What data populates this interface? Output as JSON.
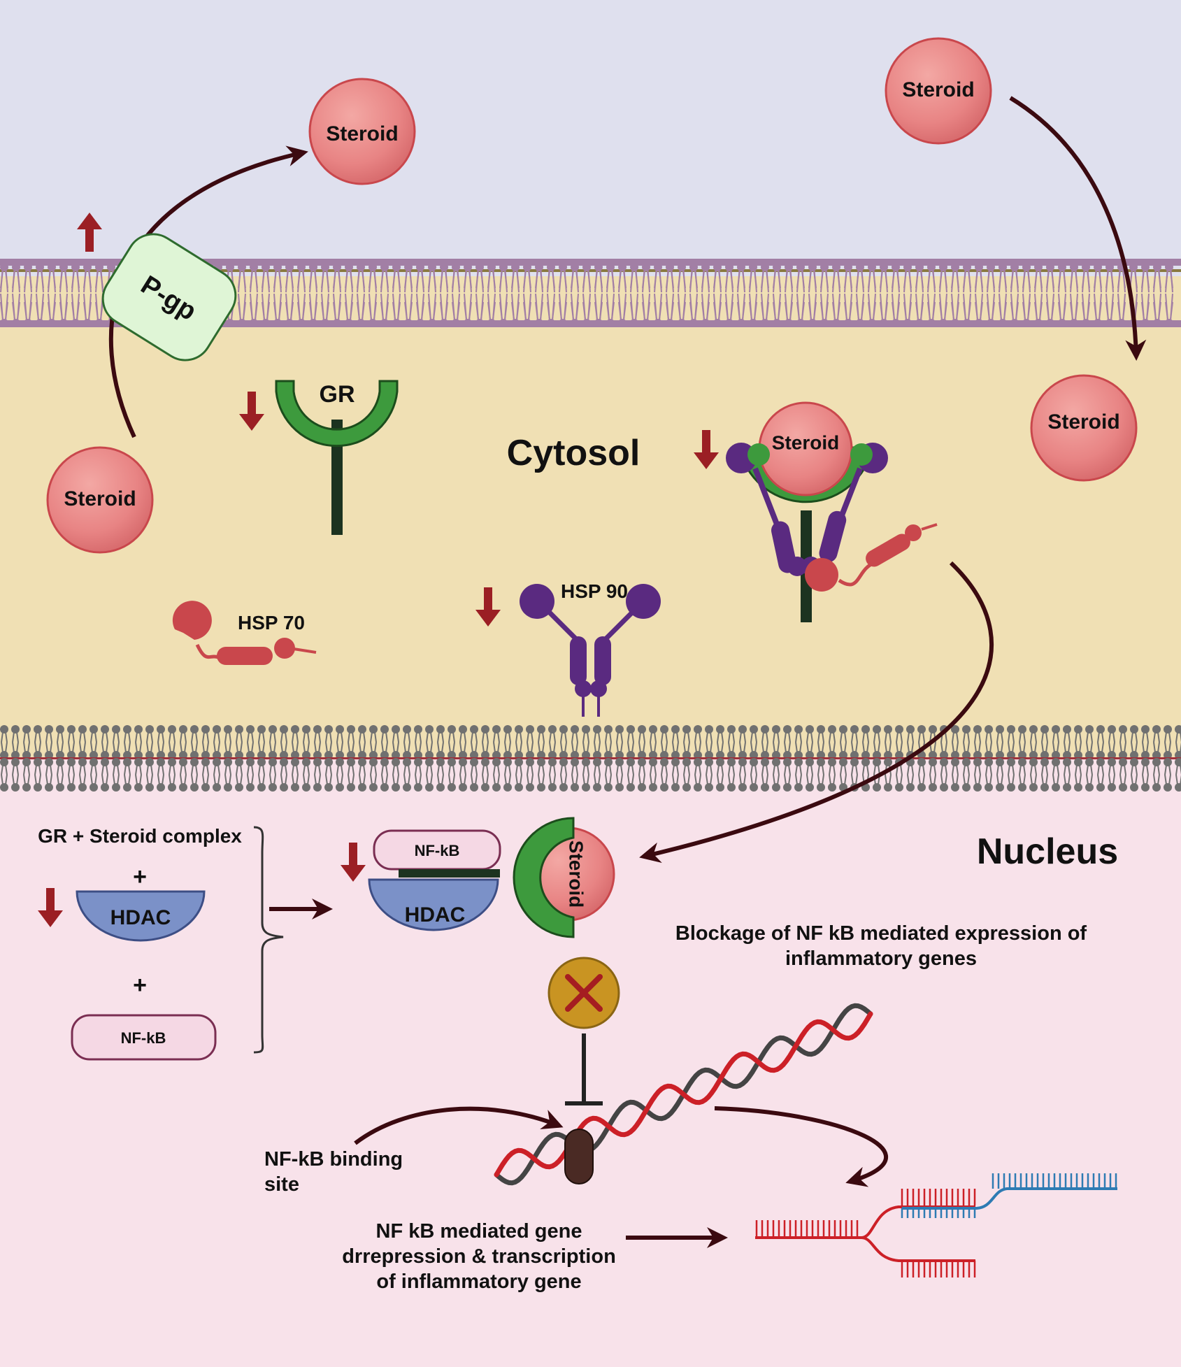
{
  "colors": {
    "extracellular": "#dfe0ee",
    "cytosol": "#f0e0b4",
    "nucleus": "#f8e2ea",
    "membrane_lipid": "#a27fa5",
    "nuclear_membrane_lipid": "#707070",
    "arrow": "#3b0a10",
    "down_arrow": "#9b1f24",
    "steroid": "#e88484",
    "gr": "#3d9a3d",
    "hsp90": "#5a2a80",
    "hsp70": "#c9474c",
    "hdac": "#7b91c8",
    "nfkb": "#f5d8e4",
    "pgp": "#dff5d6",
    "block_circle": "#c99422",
    "block_x": "#a51d21",
    "dna_red": "#cc2027",
    "dna_dark": "#444444",
    "mrna_blue": "#2e7bb3"
  },
  "labels": {
    "steroid_outside_left": "Steroid",
    "steroid_outside_right": "Steroid",
    "steroid_inside_right": "Steroid",
    "steroid_inside_left": "Steroid",
    "steroid_complex": "Steroid",
    "steroid_nuclear": "Steroid",
    "pgp": "P-gp",
    "gr": "GR",
    "cytosol": "Cytosol",
    "hsp70": "HSP 70",
    "hsp90": "HSP 90",
    "nucleus": "Nucleus",
    "gr_steroid_complex": "GR + Steroid complex",
    "plus_1": "+",
    "plus_2": "+",
    "hdac_left": "HDAC",
    "nfkb_left": "NF-kB",
    "nfkb_complex": "NF-kB",
    "hdac_complex": "HDAC",
    "blockage_line1": "Blockage of NF kB mediated  expression of",
    "blockage_line2": "inflammatory genes",
    "binding_site_line1": "NF-kB binding",
    "binding_site_line2": "site",
    "mediated_line1": "NF kB mediated gene",
    "mediated_line2": "drrepression & transcription",
    "mediated_line3": "of inflammatory gene"
  },
  "icons": {
    "block": "x-mark-icon",
    "up": "up-arrow-icon",
    "down": "down-arrow-icon"
  }
}
